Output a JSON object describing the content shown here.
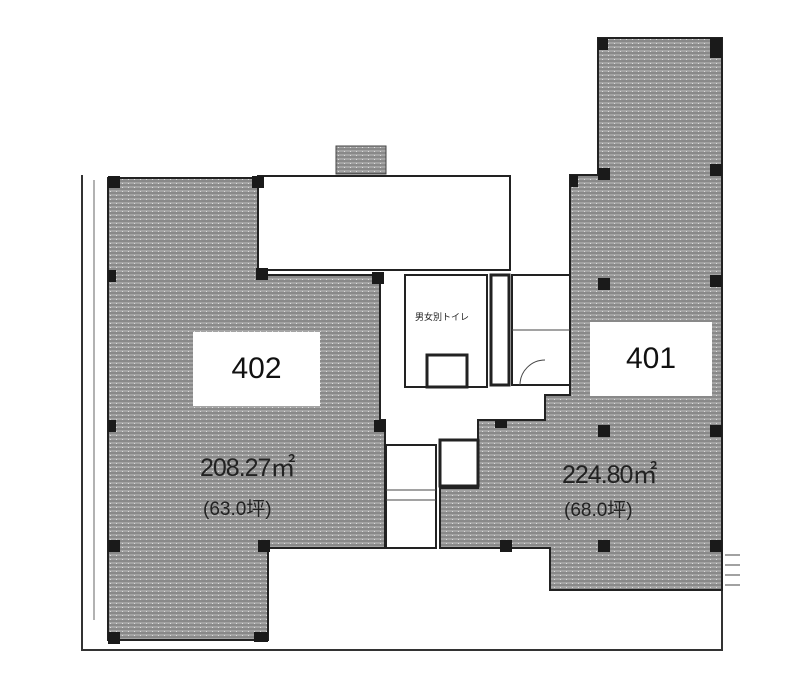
{
  "units": [
    {
      "number": "402",
      "area_sqm": "208.27㎡",
      "area_tsubo": "(63.0坪)"
    },
    {
      "number": "401",
      "area_sqm": "224.80㎡",
      "area_tsubo": "(68.0坪)"
    }
  ],
  "core": {
    "restroom_label": "男女別トイレ"
  },
  "colors": {
    "floor": "#9c9c9c",
    "wall": "#1a1a1a",
    "line": "#333333"
  }
}
